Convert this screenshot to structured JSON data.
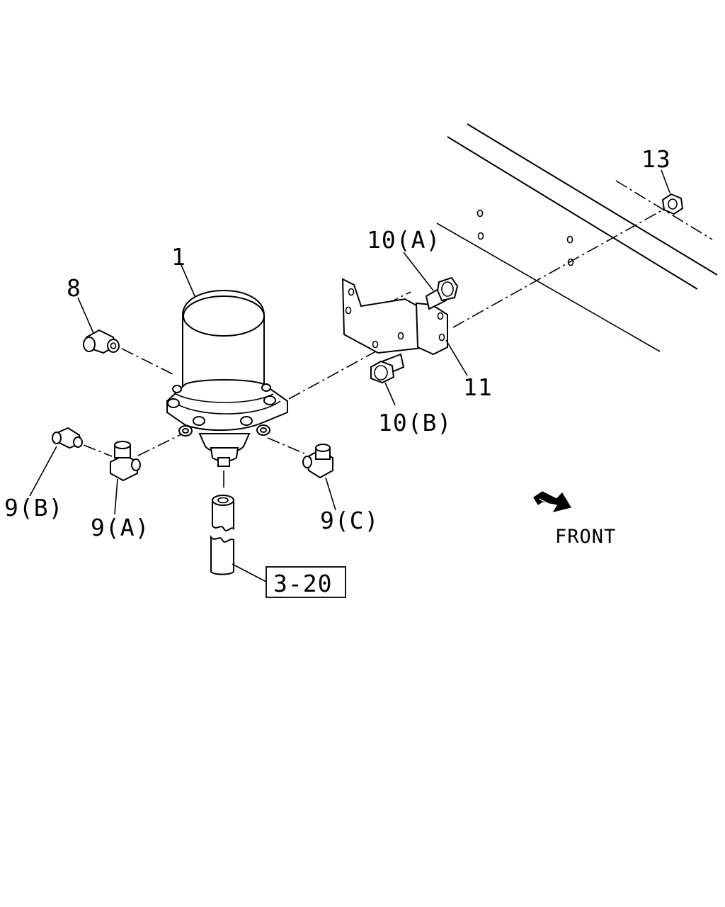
{
  "callouts": {
    "part_1": "1",
    "part_8": "8",
    "part_9a": "9(A)",
    "part_9b": "9(B)",
    "part_9c": "9(C)",
    "part_10a": "10(A)",
    "part_10b": "10(B)",
    "part_11": "11",
    "part_13": "13",
    "ref_3_20": "3-20"
  },
  "direction": {
    "label": "FRONT"
  },
  "icons": {
    "front_arrow": "front-direction-arrow-icon"
  }
}
